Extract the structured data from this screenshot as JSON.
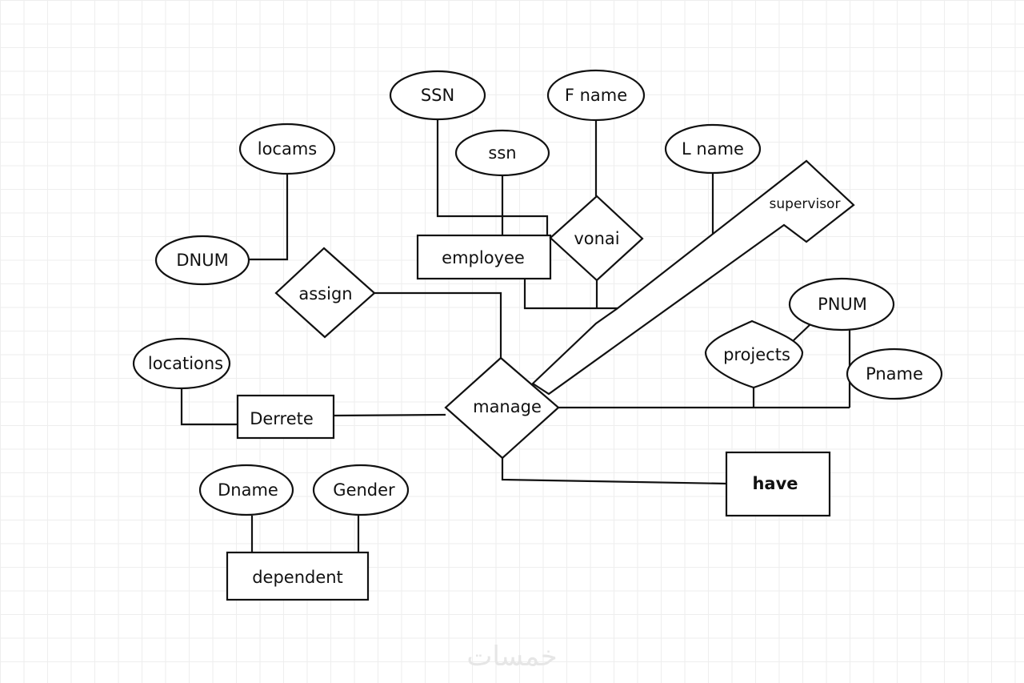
{
  "diagram": {
    "type": "ER diagram",
    "entities": {
      "employee": "employee",
      "derrete": "Derrete",
      "dependent": "dependent",
      "have": "have"
    },
    "relationships": {
      "vonai": "vonai",
      "assign": "assign",
      "manage": "manage",
      "supervisor": "supervisor",
      "projects": "projects"
    },
    "attributes": {
      "ssn_upper": "SSN",
      "ssn_lower": "ssn",
      "fname": "F name",
      "lname": "L name",
      "locams": "locams",
      "dnum": "DNUM",
      "locations": "locations",
      "pnum": "PNUM",
      "pname": "Pname",
      "dname": "Dname",
      "gender": "Gender"
    },
    "connections": [
      [
        "SSN",
        "employee"
      ],
      [
        "ssn",
        "employee"
      ],
      [
        "F name",
        "vonai"
      ],
      [
        "employee",
        "vonai"
      ],
      [
        "L name",
        "supervisor"
      ],
      [
        "locams",
        "DNUM"
      ],
      [
        "assign",
        "manage"
      ],
      [
        "locations",
        "Derrete"
      ],
      [
        "Derrete",
        "manage"
      ],
      [
        "manage",
        "supervisor"
      ],
      [
        "manage",
        "projects"
      ],
      [
        "PNUM",
        "projects"
      ],
      [
        "PNUM",
        "manage"
      ],
      [
        "manage",
        "have"
      ],
      [
        "Dname",
        "dependent"
      ],
      [
        "Gender",
        "dependent"
      ]
    ]
  },
  "watermark": "خمسات"
}
